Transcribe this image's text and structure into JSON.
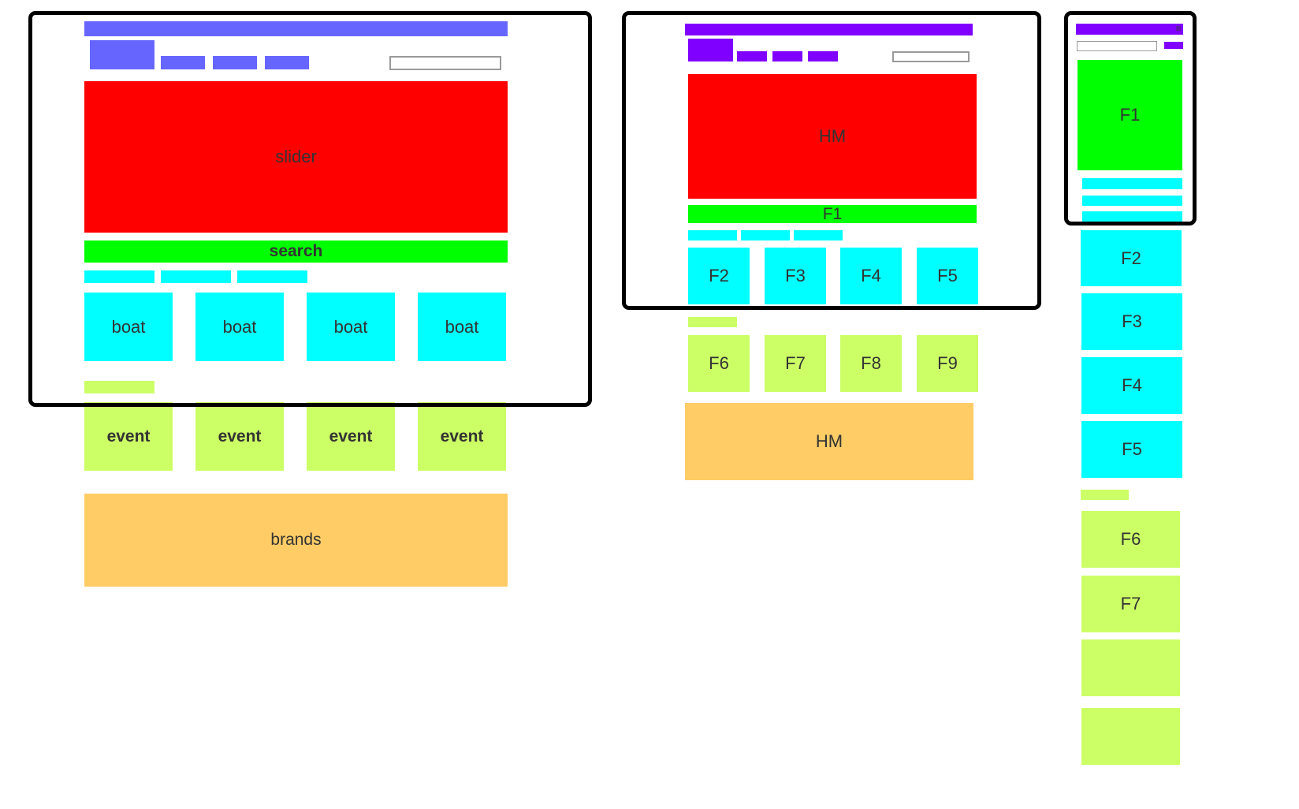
{
  "colors": {
    "desktop_nav": "#6666ff",
    "tablet_nav": "#8000ff",
    "mobile_nav": "#8000ff",
    "hero_red": "#ff0000",
    "search_green": "#00ff00",
    "cyan": "#00ffff",
    "light_green": "#ccff66",
    "orange": "#ffcc66",
    "frame": "#000000"
  },
  "desktop": {
    "hero_label": "slider",
    "search_label": "search",
    "boat_labels": [
      "boat",
      "boat",
      "boat",
      "boat"
    ],
    "event_labels": [
      "event",
      "event",
      "event",
      "event"
    ],
    "brands_label": "brands"
  },
  "tablet": {
    "hero_label": "HM",
    "f1_label": "F1",
    "feature_labels": [
      "F2",
      "F3",
      "F4",
      "F5"
    ],
    "more_labels": [
      "F6",
      "F7",
      "F8",
      "F9"
    ],
    "bottom_label": "HM"
  },
  "mobile": {
    "menu_icon": "≡",
    "f1_label": "F1",
    "cyan_labels": [
      "F2",
      "F3",
      "F4",
      "F5"
    ],
    "green_labels": [
      "F6",
      "F7",
      "",
      ""
    ]
  }
}
